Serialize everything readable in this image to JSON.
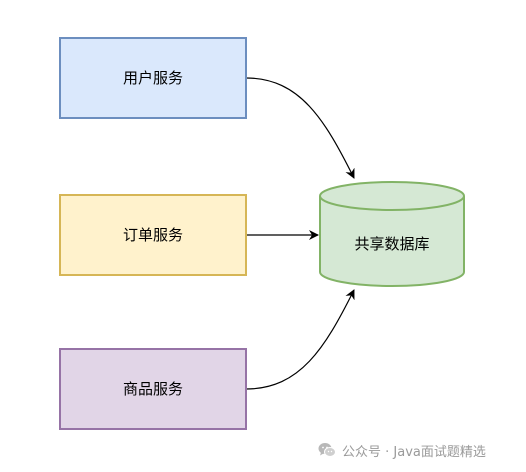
{
  "diagram": {
    "nodes": {
      "user_service": {
        "label": "用户服务",
        "fill": "#dae8fc",
        "stroke": "#6c8ebf"
      },
      "order_service": {
        "label": "订单服务",
        "fill": "#fff2cc",
        "stroke": "#d6b656"
      },
      "product_service": {
        "label": "商品服务",
        "fill": "#e1d5e7",
        "stroke": "#9673a6"
      },
      "shared_database": {
        "label": "共享数据库",
        "fill": "#d5e8d4",
        "stroke": "#82b366"
      }
    },
    "edges": [
      {
        "from": "user_service",
        "to": "shared_database"
      },
      {
        "from": "order_service",
        "to": "shared_database"
      },
      {
        "from": "product_service",
        "to": "shared_database"
      }
    ]
  },
  "watermark": {
    "icon": "wechat-icon",
    "text": "公众号 · Java面试题精选"
  }
}
